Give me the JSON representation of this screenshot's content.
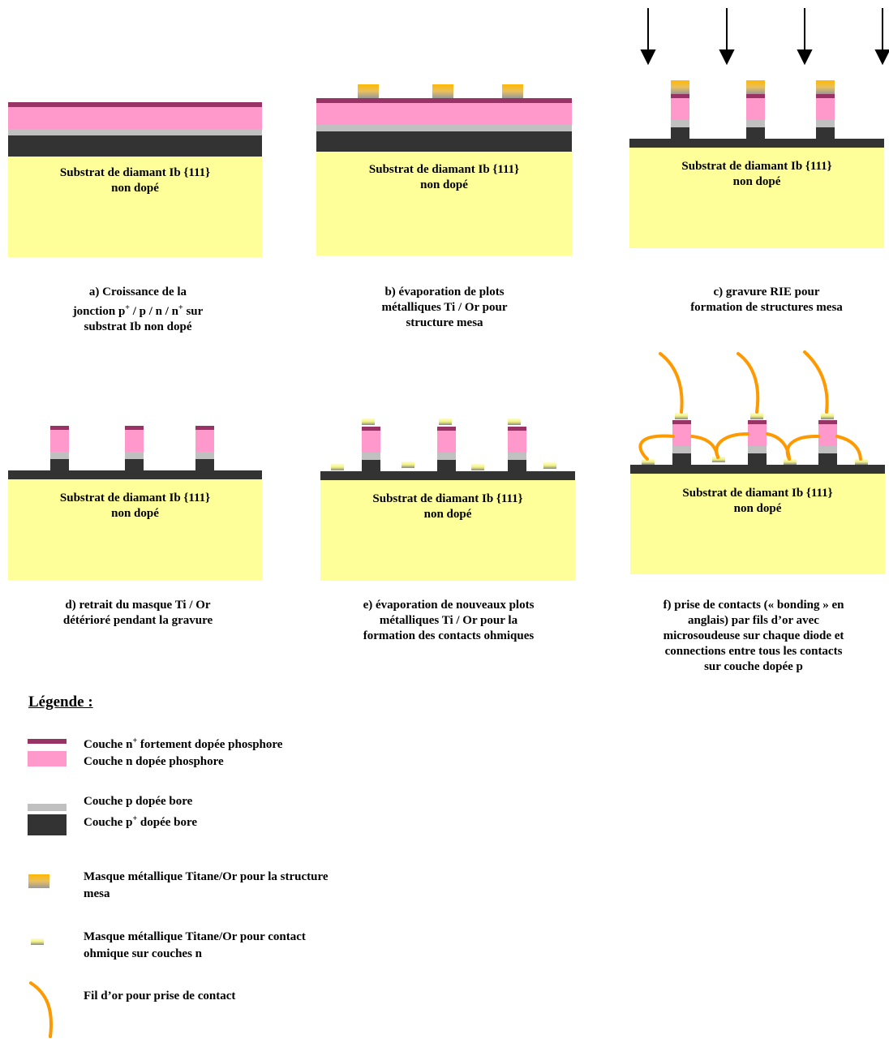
{
  "substrate": {
    "line1": "Substrat de diamant Ib {111}",
    "line2": "non dopé"
  },
  "captions": {
    "a": {
      "l1": "a) Croissance de la",
      "l2a": "jonction p",
      "l2sup1": "+",
      "l2b": " / p / n / n",
      "l2sup2": "+",
      "l2c": " sur",
      "l3": "substrat Ib non dopé"
    },
    "b": {
      "l1": "b) évaporation de plots",
      "l2": "métalliques Ti / Or pour",
      "l3": "structure mesa"
    },
    "c": {
      "l1": "c) gravure RIE pour",
      "l2": "formation de structures mesa"
    },
    "d": {
      "l1": "d) retrait du masque Ti / Or",
      "l2": "détérioré pendant la gravure"
    },
    "e": {
      "l1": "e) évaporation de nouveaux plots",
      "l2": "métalliques Ti / Or pour la",
      "l3": "formation des contacts ohmiques"
    },
    "f": {
      "l1": "f) prise de contacts (« bonding » en",
      "l2": "anglais) par fils d’or avec",
      "l3": "microsoudeuse sur chaque diode et",
      "l4": "connections entre tous les contacts",
      "l5": "sur couche dopée p"
    }
  },
  "legend": {
    "title": "Légende :",
    "nplus_a": "Couche n",
    "nplus_sup": "+",
    "nplus_b": " fortement  dopée phosphore",
    "n": "Couche n dopée phosphore",
    "p": "Couche p dopée bore",
    "pplus_a": "Couche p",
    "pplus_sup": "+",
    "pplus_b": " dopée bore",
    "mesa_mask_l1": "Masque métallique Titane/Or pour la structure",
    "mesa_mask_l2": "mesa",
    "ohmic_mask_l1": "Masque métallique Titane/Or pour contact",
    "ohmic_mask_l2": "ohmique sur couches n",
    "wire": "Fil d’or pour prise de contact"
  },
  "colors": {
    "substrate": "#FFFF99",
    "nplus": "#993366",
    "n": "#FF99CC",
    "p": "#C0C0C0",
    "pplus": "#333333",
    "gold": "#FFB000",
    "wire": "#FF9900"
  }
}
